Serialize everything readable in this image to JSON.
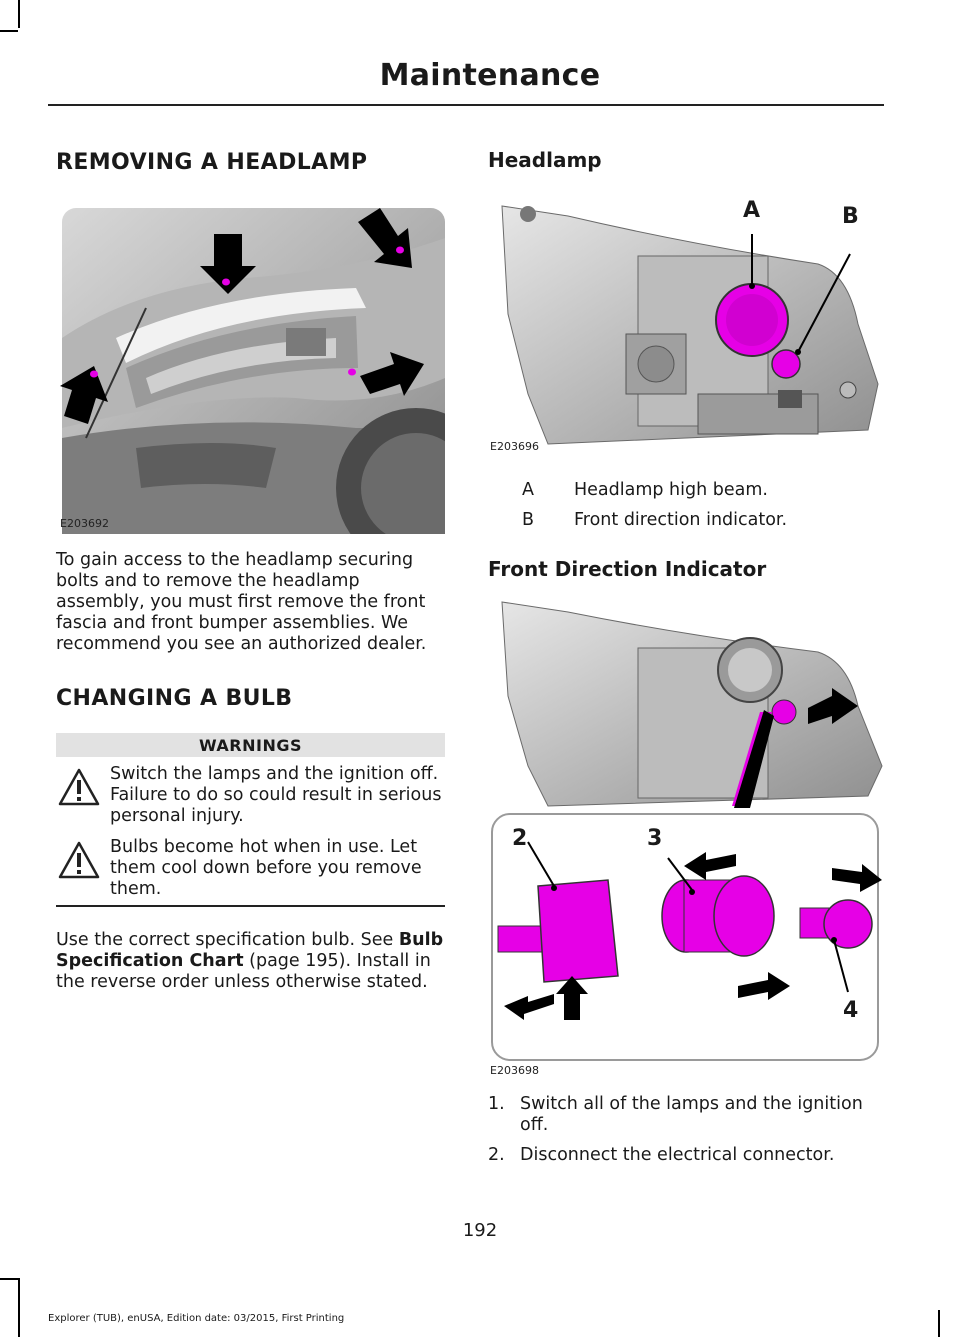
{
  "header": {
    "section": "Maintenance"
  },
  "left": {
    "heading_removing": "REMOVING A HEADLAMP",
    "fig1_code": "E203692",
    "removing_paragraph": "To gain access to the headlamp securing bolts and to remove the headlamp assembly, you must first remove the front fascia and front bumper assemblies. We recommend you see an authorized dealer.",
    "heading_changing": "CHANGING A BULB",
    "warnings_title": "WARNINGS",
    "warning1": "Switch the lamps and the ignition off. Failure to do so could result in serious personal injury.",
    "warning2": "Bulbs become hot when in use. Let them cool down before you remove them.",
    "spec_prefix": "Use the correct specification bulb.  See ",
    "spec_link": "Bulb Specification Chart",
    "spec_page": " (page 195).",
    "spec_suffix": "Install in the reverse order unless otherwise stated."
  },
  "right": {
    "heading_headlamp": "Headlamp",
    "fig2_code": "E203696",
    "fig2_labels": {
      "a": "A",
      "b": "B"
    },
    "legend": [
      {
        "letter": "A",
        "text": "Headlamp high beam."
      },
      {
        "letter": "B",
        "text": "Front direction indicator."
      }
    ],
    "heading_indicator": "Front Direction Indicator",
    "fig3_code": "E203698",
    "fig3_labels": {
      "n2": "2",
      "n3": "3",
      "n4": "4"
    },
    "steps": [
      {
        "num": "1.",
        "text": "Switch all of the lamps and the ignition off."
      },
      {
        "num": "2.",
        "text": "Disconnect the electrical connector."
      }
    ]
  },
  "page_number": "192",
  "footer": "Explorer (TUB), enUSA, Edition date: 03/2015, First Printing",
  "colors": {
    "highlight": "#e600e6",
    "text": "#1a1a1a",
    "warning_bar": "#e2e2e2"
  }
}
